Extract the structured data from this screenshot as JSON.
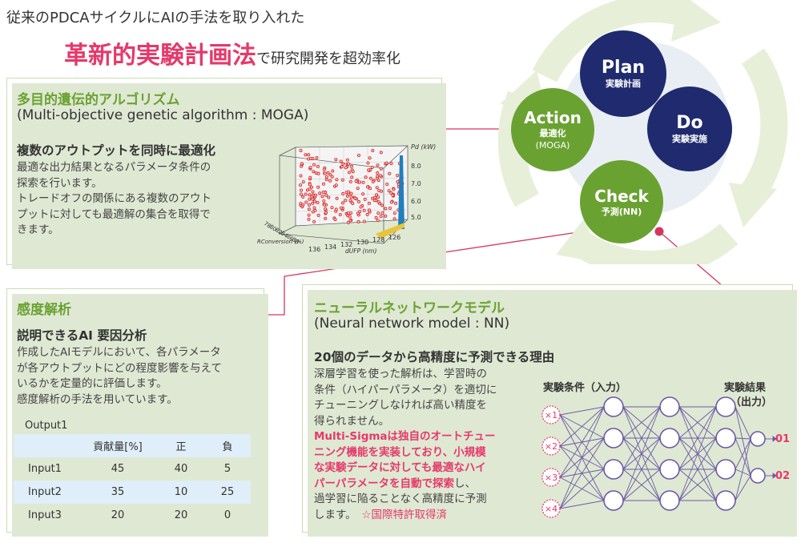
{
  "headline": {
    "line1": "従来のPDCAサイクルにAIの手法を取り入れた",
    "line2_big": "革新的実験計画法",
    "line2_rest": "で研究開発を超効率化"
  },
  "cycle": {
    "plan": {
      "title": "Plan",
      "sub": "実験計画"
    },
    "do": {
      "title": "Do",
      "sub": "実験実施"
    },
    "check": {
      "title": "Check",
      "sub": "予測(NN)"
    },
    "action": {
      "title": "Action",
      "sub1": "最適化",
      "sub2": "(MOGA)"
    }
  },
  "moga": {
    "title": "多目的遺伝的アルゴリズム",
    "subtitle": "(Multi-objective genetic algorithm : MOGA)",
    "heading": "複数のアウトプットを同時に最適化",
    "body": [
      "最適な出力結果となるパラメータ条件の",
      "探索を行います。",
      "トレードオフの関係にある複数のアウト",
      "プットに対しても最適解の集合を取得で",
      "きます。"
    ],
    "plot": {
      "z_label": "Pd (kW)",
      "z_ticks": [
        "8.0",
        "7.0",
        "6.0",
        "5.0"
      ],
      "x_label": "dUFP (nm)",
      "x_ticks": [
        "136",
        "134",
        "132",
        "130",
        "128",
        "126"
      ],
      "y_label": "RConversion (%)",
      "y_ticks": [
        "78",
        "80",
        "82",
        "84",
        "86",
        "88"
      ]
    }
  },
  "sensitivity": {
    "title": "感度解析",
    "heading": "説明できるAI 要因分析",
    "body": [
      "作成したAIモデルにおいて、各パラメータ",
      "が各アウトプットにどの程度影響を与えて",
      "いるかを定量的に評価します。",
      "感度解析の手法を用いています。"
    ],
    "table_caption": "Output1",
    "columns": [
      "",
      "貢献量[%]",
      "正",
      "負"
    ],
    "rows": [
      [
        "Input1",
        "45",
        "40",
        "5"
      ],
      [
        "Input2",
        "35",
        "10",
        "25"
      ],
      [
        "Input3",
        "20",
        "20",
        "0"
      ]
    ]
  },
  "nn": {
    "title": "ニューラルネットワークモデル",
    "subtitle": "(Neural network model : NN)",
    "heading": "20個のデータから高精度に予測できる理由",
    "body_plain": [
      "深層学習を使った解析は、学習時の",
      "条件（ハイパーパラメータ）を適切に",
      "チューニングしなければ高い精度を",
      "得られません。"
    ],
    "body_pink": [
      "Multi-Sigmaは独自のオートチュー",
      "ニング機能を実装しており、小規模",
      "な実験データに対しても最適なハイ",
      "パーパラメータを自動で探索"
    ],
    "body_tail1": "し、",
    "body_tail2": [
      "過学習に陥ることなく高精度に予測",
      "します。"
    ],
    "patent": "☆国際特許取得済",
    "diagram": {
      "input_label": "実験条件（入力）",
      "output_label1": "実験結果",
      "output_label2": "（出力）",
      "inputs": [
        "×1",
        "×2",
        "×3",
        "×4"
      ],
      "outputs": [
        "01",
        "02"
      ]
    }
  },
  "colors": {
    "accent_pink": "#e5396b",
    "green_title": "#6aa232",
    "navy": "#1f2b6e",
    "green_circle": "#6aa232",
    "nn_purple": "#6b5aa6"
  }
}
